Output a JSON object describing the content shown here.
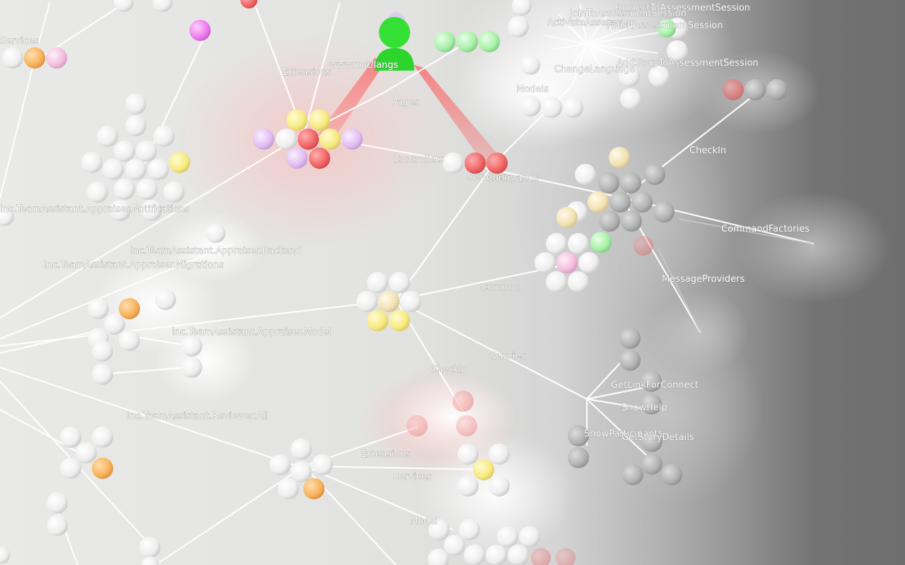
{
  "labels": {
    "services_top": "Services",
    "extensions_top": "Extensions",
    "wwwroot_langs": "wwwroot/langs",
    "pages": "Pages",
    "controllers": "Controllers",
    "services_mid": "Services",
    "commands": "Commands",
    "notifications": "Inc.TeamAssistant.Appraiser.Notifications",
    "backend": "Inc.TeamAssistant.Appraiser.Backend",
    "migrations": "Inc.TeamAssistant.Appraiser.Migrations",
    "model_app": "Inc.TeamAssistant.Appraiser.Model",
    "reviewer_all": "Inc.TeamAssistant.Reviewer.All",
    "common": "Common",
    "checkin_mid": "CheckIn",
    "queries": "Queries",
    "checkin_right": "CheckIn",
    "command_factories": "CommandFactories",
    "message_providers": "MessageProviders",
    "models": "Models",
    "change_language": "ChangeLanguage",
    "add_story": "AddStoryToAssessmentSession",
    "connect_to": "ConnectToAssessmentSession",
    "join_to": "JoinToAssessmentSession",
    "activate": "ActivateAssessmen",
    "finish": "FinishAssessmentSession",
    "get_link": "GetLinkForConnect",
    "show_help": "ShowHelp",
    "show_participants": "ShowParticipants",
    "get_story_details": "GetStoryDetails",
    "extensions_bottom": "Extensions",
    "services_bottom": "Services",
    "model_bottom": "Model"
  },
  "colors": {
    "white_node": "#f7f7f7",
    "grey_node": "#bdbdbd",
    "yellow_node": "#f7ec8a",
    "orange_node": "#f8b65e",
    "pink_node": "#f2bde0",
    "lilac_node": "#e3bdf0",
    "red_node": "#f26b6b",
    "green_node": "#a8f0a8",
    "magenta_node": "#ee82ee",
    "cream_node": "#f3e3b5",
    "avatar_green": "#2fe02f"
  }
}
